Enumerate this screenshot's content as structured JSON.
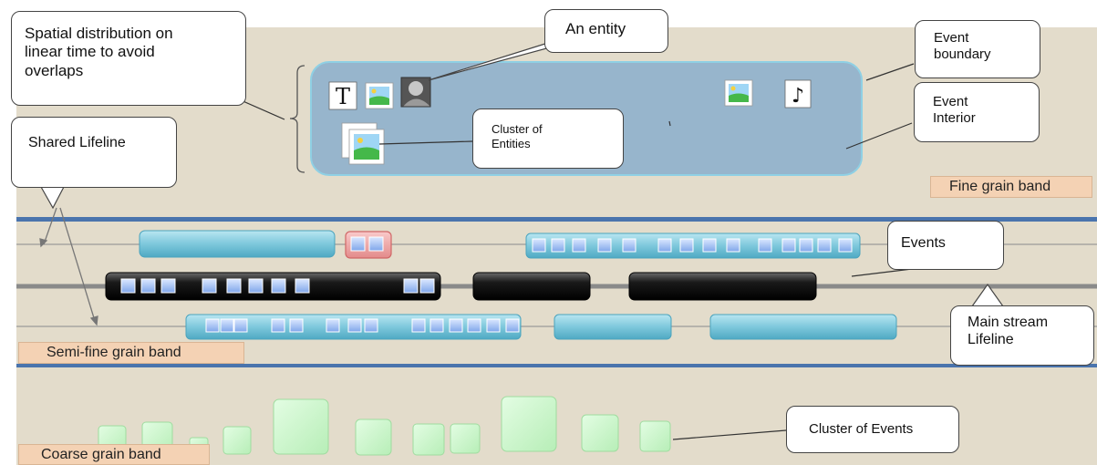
{
  "callouts": {
    "spatial": [
      "Spatial distribution on",
      "linear time to avoid",
      "overlaps"
    ],
    "entity": "An entity",
    "event_boundary": [
      "Event",
      "boundary"
    ],
    "event_interior": [
      "Event",
      "Interior"
    ],
    "cluster_entities": [
      "Cluster of",
      "Entities"
    ],
    "shared_lifeline": "Shared Lifeline",
    "events": "Events",
    "main_stream": [
      "Main stream",
      "Lifeline"
    ],
    "cluster_events": "Cluster of Events"
  },
  "bands": {
    "fine": "Fine grain band",
    "semi_fine": "Semi-fine grain band",
    "coarse": "Coarse grain band"
  },
  "entity_glyphs": {
    "text_entity": "T",
    "music_note": "♪"
  },
  "colors": {
    "background": "#e3dccb",
    "band_rule": "#4a74ad",
    "event_fill": "#7ec8dc",
    "main_event_fill": "#1a1a1a",
    "entity_square": "#8fb3ee",
    "highlight_event": "#f0a6a6",
    "cluster_fill": "#c9f6c9",
    "band_label_fill": "#f4d2b4"
  }
}
